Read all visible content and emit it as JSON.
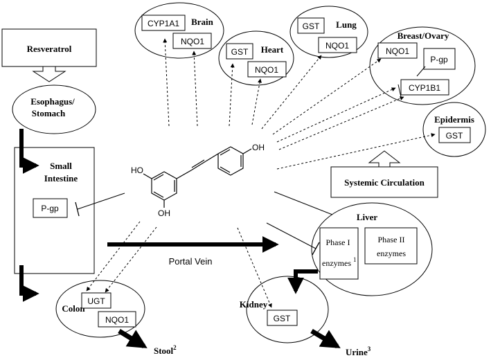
{
  "resveratrol": "Resveratrol",
  "esophagus_line1": "Esophagus/",
  "esophagus_line2": "Stomach",
  "small_intestine_line1": "Small",
  "small_intestine_line2": "Intestine",
  "pgp": "P-gp",
  "brain": "Brain",
  "cyp1a1": "CYP1A1",
  "nqo1": "NQO1",
  "heart": "Heart",
  "gst": "GST",
  "lung": "Lung",
  "breast_ovary": "Breast/Ovary",
  "cyp1b1": "CYP1B1",
  "epidermis": "Epidermis",
  "systemic_circulation": "Systemic Circulation",
  "liver": "Liver",
  "phase1_line1": "Phase I",
  "phase1_line2": "enzymes",
  "phase1_sup": "1",
  "phase2_line1": "Phase II",
  "phase2_line2": "enzymes",
  "portal_vein": "Portal Vein",
  "colon": "Colon",
  "ugt": "UGT",
  "kidney": "Kidney",
  "stool": "Stool",
  "stool_sup": "2",
  "urine": "Urine",
  "urine_sup": "3",
  "oh": "OH",
  "ho": "HO"
}
